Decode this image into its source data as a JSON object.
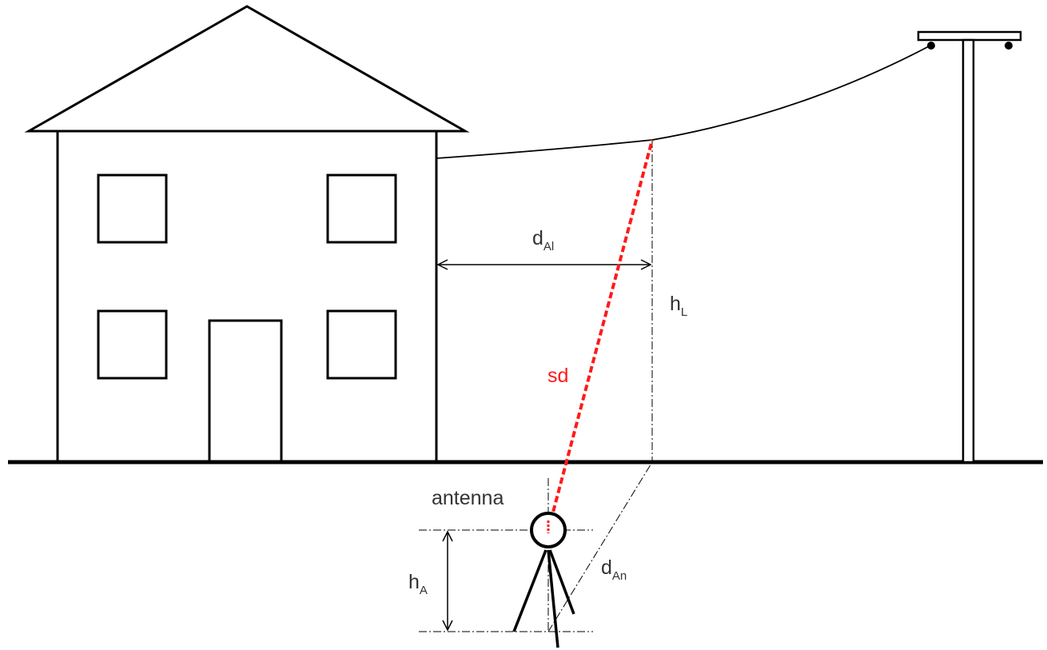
{
  "labels": {
    "d_al": {
      "main": "d",
      "sub": "Al"
    },
    "h_l": {
      "main": "h",
      "sub": "L"
    },
    "sd": {
      "main": "sd"
    },
    "antenna": {
      "main": "antenna"
    },
    "h_a": {
      "main": "h",
      "sub": "A"
    },
    "d_an": {
      "main": "d",
      "sub": "An"
    }
  },
  "colors": {
    "line": "#000000",
    "text": "#333333",
    "highlight": "#ff1a1a"
  }
}
